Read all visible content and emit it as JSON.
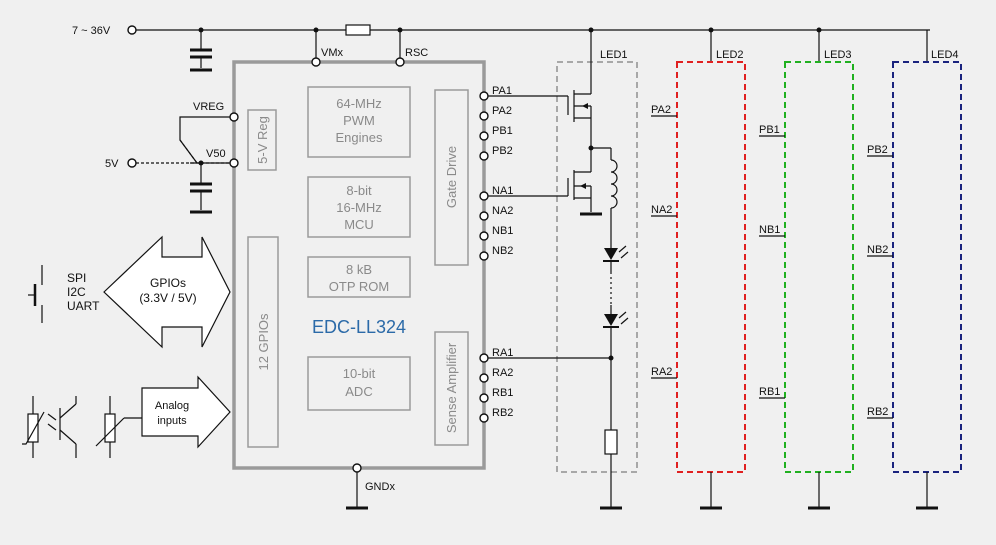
{
  "supply": {
    "label": "7 ~ 36V",
    "five_v": "5V"
  },
  "chip": {
    "name": "EDC-LL324",
    "blocks": {
      "reg": "5-V Reg",
      "pwm": [
        "64-MHz",
        "PWM",
        "Engines"
      ],
      "mcu": [
        "8-bit",
        "16-MHz",
        "MCU"
      ],
      "otp": [
        "8 kB",
        "OTP ROM"
      ],
      "adc": [
        "10-bit",
        "ADC"
      ],
      "gpios": "12 GPIOs",
      "gate": "Gate Drive",
      "sense": "Sense Amplifier"
    },
    "top_pins": [
      "VMx",
      "RSC"
    ],
    "left_pins": [
      "VREG",
      "V50"
    ],
    "bottom_pin": "GNDx",
    "right_pins": [
      "PA1",
      "PA2",
      "PB1",
      "PB2",
      "NA1",
      "NA2",
      "NB1",
      "NB2",
      "RA1",
      "RA2",
      "RB1",
      "RB2"
    ]
  },
  "io": {
    "protocols": [
      "SPI",
      "I2C",
      "UART"
    ],
    "gpio_arrow": [
      "GPIOs",
      "(3.3V / 5V)"
    ],
    "analog_arrow": [
      "Analog",
      "inputs"
    ]
  },
  "leds": [
    {
      "name": "LED1",
      "color": "#a8a8a8"
    },
    {
      "name": "LED2",
      "color": "#e02020",
      "pins": [
        "PA2",
        "NA2",
        "RA2"
      ]
    },
    {
      "name": "LED3",
      "color": "#20b020",
      "pins": [
        "PB1",
        "NB1",
        "RB1"
      ]
    },
    {
      "name": "LED4",
      "color": "#1a237e",
      "pins": [
        "PB2",
        "NB2",
        "RB2"
      ]
    }
  ]
}
